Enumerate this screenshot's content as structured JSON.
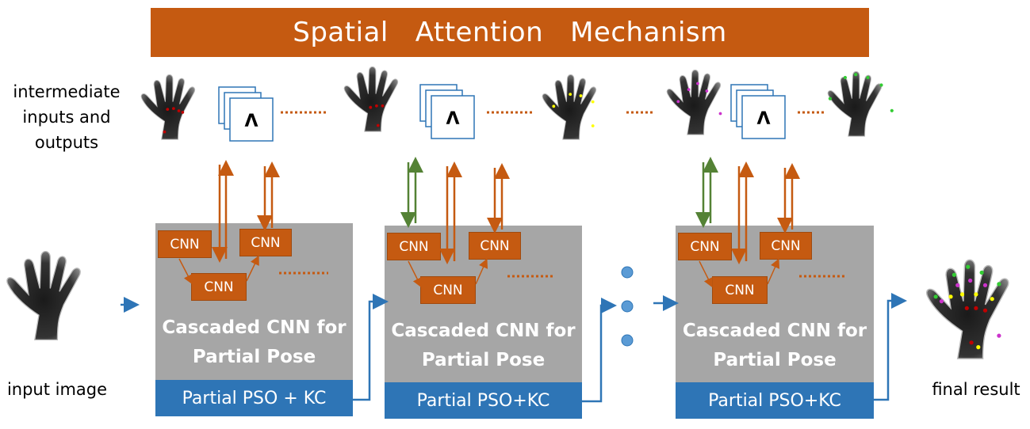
{
  "banner": {
    "title": "Spatial   Attention   Mechanism"
  },
  "labels": {
    "intermediate": [
      "intermediate",
      "inputs and",
      "outputs"
    ],
    "input_image": "input image",
    "final_result": "final result"
  },
  "stages": [
    {
      "cnn_labels": [
        "CNN",
        "CNN",
        "CNN"
      ],
      "title_lines": [
        "Cascaded CNN for",
        "Partial Pose"
      ],
      "pso_label": "Partial PSO + KC",
      "stack_symbol": "Λ"
    },
    {
      "cnn_labels": [
        "CNN",
        "CNN",
        "CNN"
      ],
      "title_lines": [
        "Cascaded CNN for",
        "Partial Pose"
      ],
      "pso_label": "Partial PSO+KC",
      "stack_symbol": "Λ"
    },
    {
      "cnn_labels": [
        "CNN",
        "CNN",
        "CNN"
      ],
      "title_lines": [
        "Cascaded CNN for",
        "Partial Pose"
      ],
      "pso_label": "Partial PSO+KC",
      "stack_symbol": "Λ"
    }
  ],
  "colors": {
    "orange": "#c55a11",
    "gray": "#a6a6a6",
    "blue": "#2e75b6",
    "green": "#548235",
    "dot_blue": "#5b9bd5",
    "keypoint_red": "#c00000",
    "keypoint_yellow": "#ffff00",
    "keypoint_magenta": "#cc33cc",
    "keypoint_green": "#33cc33"
  },
  "icons": {
    "hand": "hand-depth-image-icon",
    "stack": "feature-map-stack-icon",
    "ellipsis": "dotted-ellipsis-icon"
  }
}
